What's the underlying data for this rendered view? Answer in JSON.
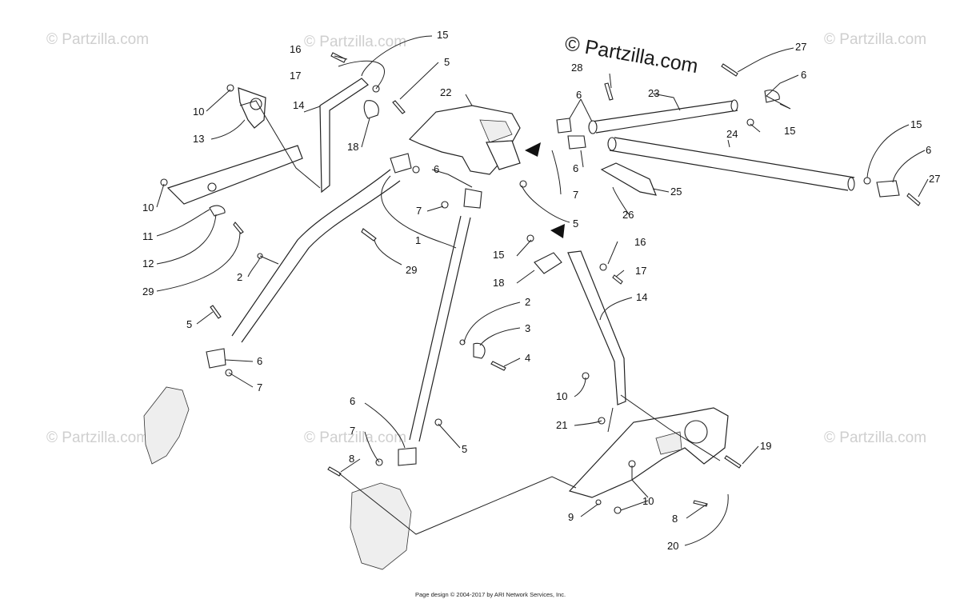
{
  "watermark": {
    "main": "© Partzilla.com",
    "tile": "© Partzilla.com"
  },
  "footer": "Page design © 2004-2017 by ARI Network Services, Inc.",
  "callouts": {
    "c1": "1",
    "c2a": "2",
    "c2b": "2",
    "c3": "3",
    "c4": "4",
    "c5a": "5",
    "c5b": "5",
    "c5c": "5",
    "c5d": "5",
    "c6a": "6",
    "c6b": "6",
    "c6c": "6",
    "c6d": "6",
    "c6e": "6",
    "c6f": "6",
    "c6g": "6",
    "c7a": "7",
    "c7b": "7",
    "c7c": "7",
    "c7d": "7",
    "c8a": "8",
    "c8b": "8",
    "c9": "9",
    "c10a": "10",
    "c10b": "10",
    "c10c": "10",
    "c10d": "10",
    "c11": "11",
    "c12": "12",
    "c13": "13",
    "c14a": "14",
    "c14b": "14",
    "c15a": "15",
    "c15b": "15",
    "c15c": "15",
    "c15d": "15",
    "c16a": "16",
    "c16b": "16",
    "c17a": "17",
    "c17b": "17",
    "c18a": "18",
    "c18b": "18",
    "c19": "19",
    "c20": "20",
    "c21": "21",
    "c22": "22",
    "c23": "23",
    "c24": "24",
    "c25": "25",
    "c26": "26",
    "c27a": "27",
    "c27b": "27",
    "c28": "28",
    "c29a": "29",
    "c29b": "29"
  }
}
